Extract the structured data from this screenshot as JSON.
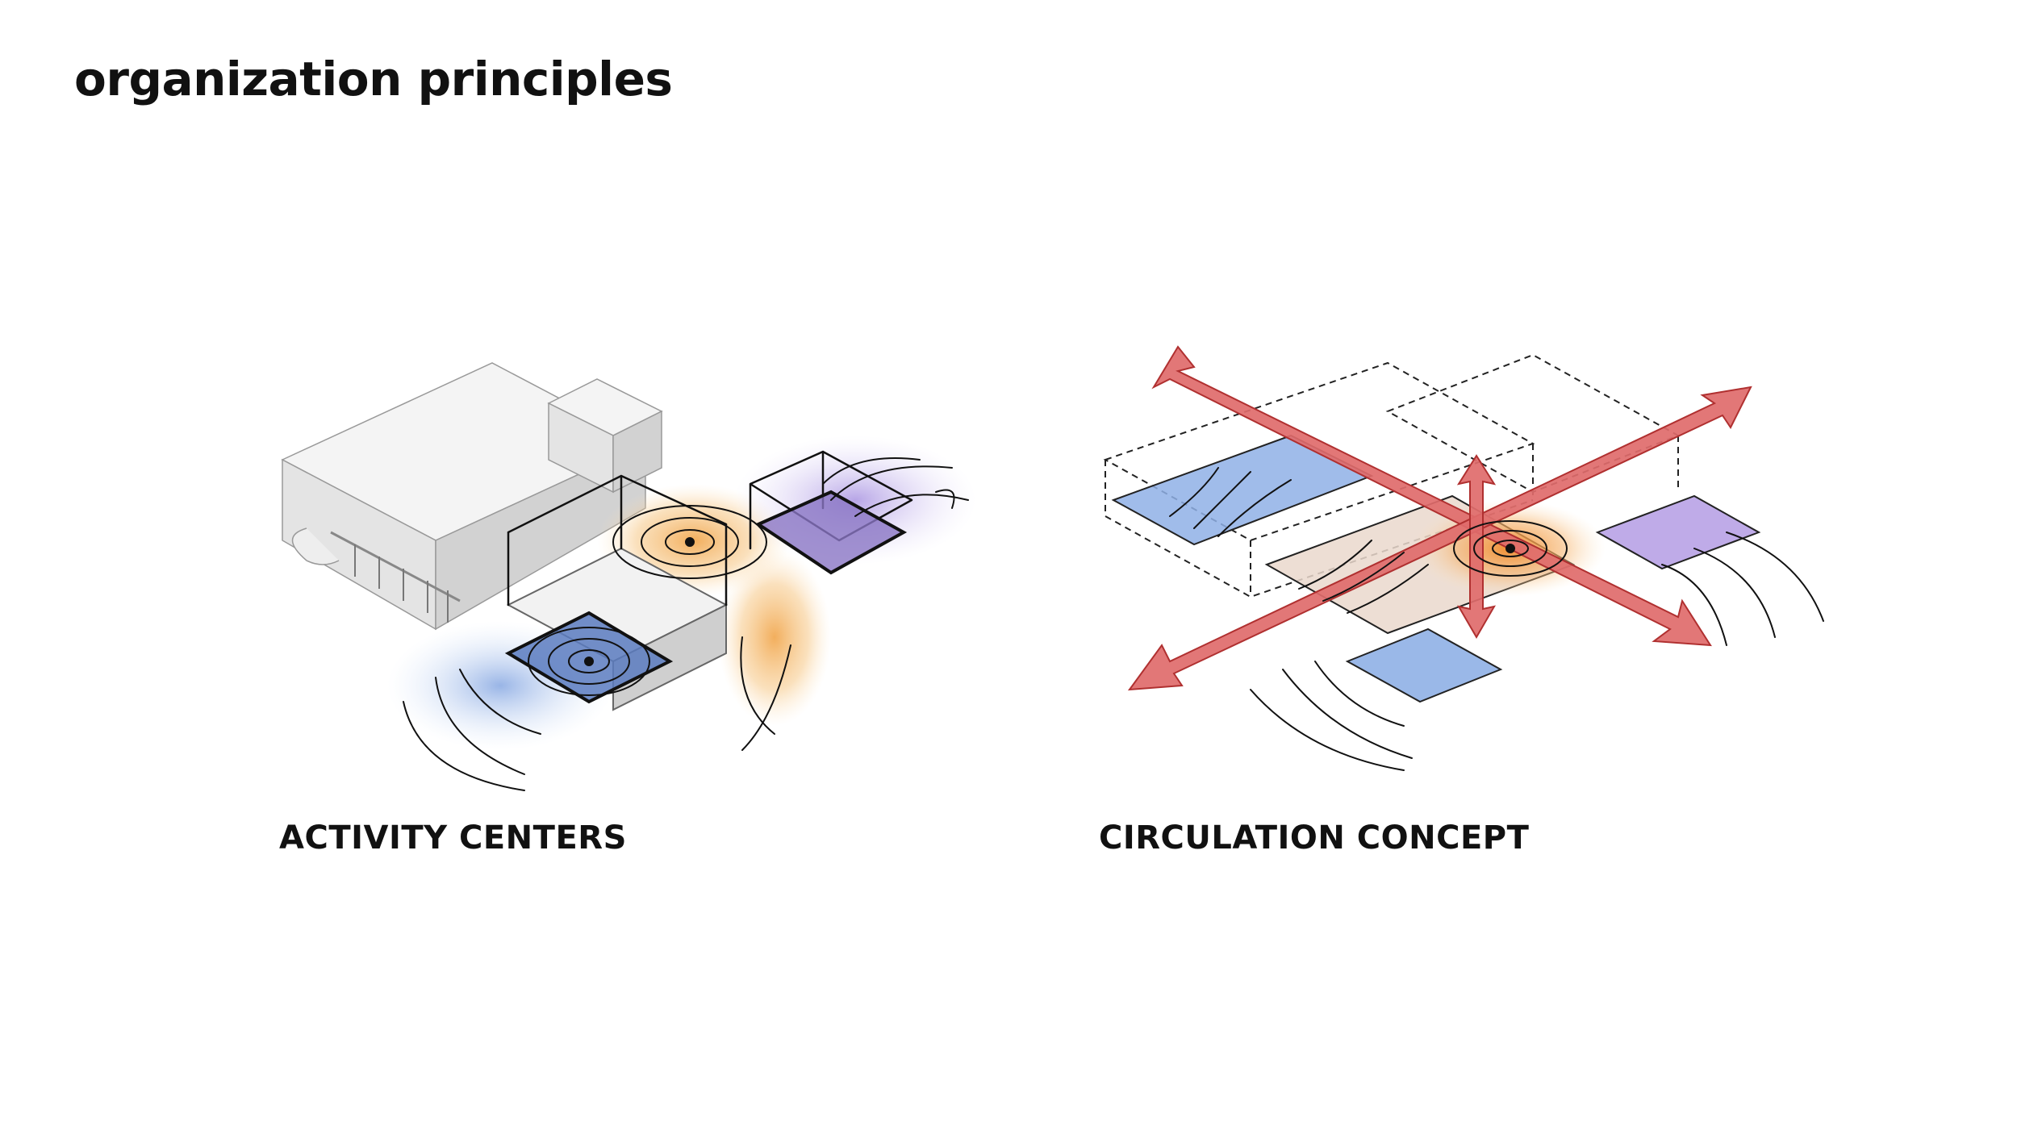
{
  "page": {
    "title": "organization principles"
  },
  "diagrams": [
    {
      "caption": "ACTIVITY CENTERS"
    },
    {
      "caption": "CIRCULATION CONCEPT"
    }
  ],
  "colors": {
    "blue_zone": "#5a7bbf",
    "purple_zone": "#8a76c4",
    "orange_glow": "#f0a040",
    "circulation_arrow": "#e06b6b",
    "light_blue_zone": "#8fb0e6"
  }
}
